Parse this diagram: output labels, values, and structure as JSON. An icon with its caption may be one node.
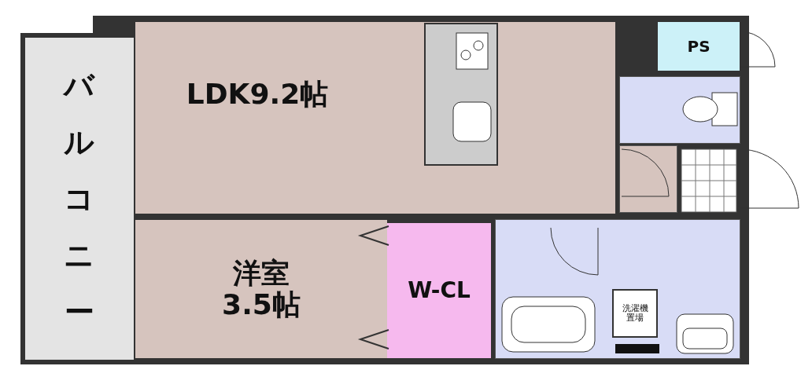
{
  "diagram": {
    "nodes": [
      {
        "text": [
          "バルコニー"
        ]
      },
      {
        "text": [
          "LDK9.2帖"
        ]
      },
      {
        "text": [
          "洋室",
          "3.5帖"
        ]
      },
      {
        "text": [
          "W-CL"
        ]
      },
      {
        "text": [
          "PS"
        ]
      },
      {
        "text": [],
        "shape": "box"
      },
      {
        "text": [],
        "shape": "box"
      },
      {
        "text": [],
        "shape": "box"
      },
      {
        "text": [
          "洗濯機置場"
        ],
        "in": 7
      }
    ],
    "edges": []
  }
}
